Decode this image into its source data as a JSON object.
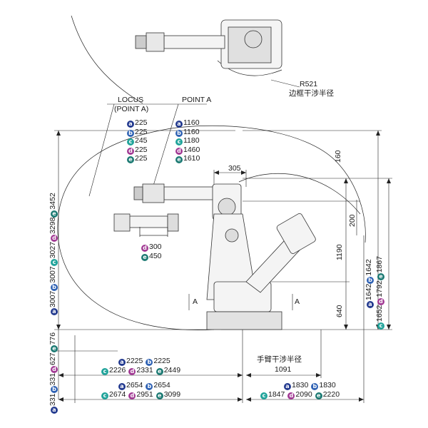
{
  "diagram": {
    "top_view": {
      "radius_label": "R521",
      "radius_caption": "边框干涉半径"
    },
    "callouts": {
      "locus_line1": "LOCUS",
      "locus_line2": "(POINT A)",
      "point_a": "POINT A",
      "section_a_left": "A",
      "section_a_right": "A"
    },
    "wrist_offset_rows": [
      {
        "badge": "a",
        "color": "#233a8f",
        "value": "225"
      },
      {
        "badge": "b",
        "color": "#2f62b4",
        "value": "225"
      },
      {
        "badge": "c",
        "color": "#22a49b",
        "value": "245"
      },
      {
        "badge": "d",
        "color": "#a23a94",
        "value": "225"
      },
      {
        "badge": "e",
        "color": "#1c7a73",
        "value": "225"
      }
    ],
    "arm_length_rows": [
      {
        "badge": "a",
        "color": "#233a8f",
        "value": "1160"
      },
      {
        "badge": "b",
        "color": "#2f62b4",
        "value": "1160"
      },
      {
        "badge": "c",
        "color": "#22a49b",
        "value": "1180"
      },
      {
        "badge": "d",
        "color": "#a23a94",
        "value": "1460"
      },
      {
        "badge": "e",
        "color": "#1c7a73",
        "value": "1610"
      }
    ],
    "flange_rows": [
      {
        "badge": "d",
        "color": "#a23a94",
        "value": "300"
      },
      {
        "badge": "e",
        "color": "#1c7a73",
        "value": "450"
      }
    ],
    "dims": {
      "d305": "305",
      "d160": "160",
      "d200": "200",
      "d1190": "1190",
      "d640": "640",
      "arm_interference_caption": "手臂干涉半径",
      "arm_interference_value": "1091"
    },
    "left_vertical_upper": [
      {
        "badge": "a",
        "color": "#233a8f",
        "value": "3007"
      },
      {
        "badge": "b",
        "color": "#2f62b4",
        "value": "3007"
      },
      {
        "badge": "c",
        "color": "#22a49b",
        "value": "3027"
      },
      {
        "badge": "d",
        "color": "#a23a94",
        "value": "3298"
      },
      {
        "badge": "e",
        "color": "#1c7a73",
        "value": "3452"
      }
    ],
    "left_vertical_lower": [
      {
        "badge": "a",
        "color": "#233a8f",
        "value": "331"
      },
      {
        "badge": "b",
        "color": "#2f62b4",
        "value": "331"
      },
      {
        "badge": "d",
        "color": "#a23a94",
        "value": "627"
      },
      {
        "badge": "e",
        "color": "#1c7a73",
        "value": "776"
      }
    ],
    "right_vertical_a": [
      {
        "badge": "a",
        "color": "#233a8f",
        "value": "1642"
      },
      {
        "badge": "b",
        "color": "#2f62b4",
        "value": "1642"
      }
    ],
    "right_vertical_b": [
      {
        "badge": "c",
        "color": "#22a49b",
        "value": "1652"
      },
      {
        "badge": "d",
        "color": "#a23a94",
        "value": "1792"
      },
      {
        "badge": "e",
        "color": "#1c7a73",
        "value": "1867"
      }
    ],
    "bottom_left_row1": [
      {
        "badge": "a",
        "color": "#233a8f",
        "value": "2225"
      },
      {
        "badge": "b",
        "color": "#2f62b4",
        "value": "2225"
      }
    ],
    "bottom_left_row2": [
      {
        "badge": "c",
        "color": "#22a49b",
        "value": "2226"
      },
      {
        "badge": "d",
        "color": "#a23a94",
        "value": "2331"
      },
      {
        "badge": "e",
        "color": "#1c7a73",
        "value": "2449"
      }
    ],
    "bottom_left_row3": [
      {
        "badge": "a",
        "color": "#233a8f",
        "value": "2654"
      },
      {
        "badge": "b",
        "color": "#2f62b4",
        "value": "2654"
      }
    ],
    "bottom_left_row4": [
      {
        "badge": "c",
        "color": "#22a49b",
        "value": "2674"
      },
      {
        "badge": "d",
        "color": "#a23a94",
        "value": "2951"
      },
      {
        "badge": "e",
        "color": "#1c7a73",
        "value": "3099"
      }
    ],
    "bottom_right_row1": [
      {
        "badge": "a",
        "color": "#233a8f",
        "value": "1830"
      },
      {
        "badge": "b",
        "color": "#2f62b4",
        "value": "1830"
      }
    ],
    "bottom_right_row2": [
      {
        "badge": "c",
        "color": "#22a49b",
        "value": "1847"
      },
      {
        "badge": "d",
        "color": "#a23a94",
        "value": "2090"
      },
      {
        "badge": "e",
        "color": "#1c7a73",
        "value": "2220"
      }
    ]
  }
}
